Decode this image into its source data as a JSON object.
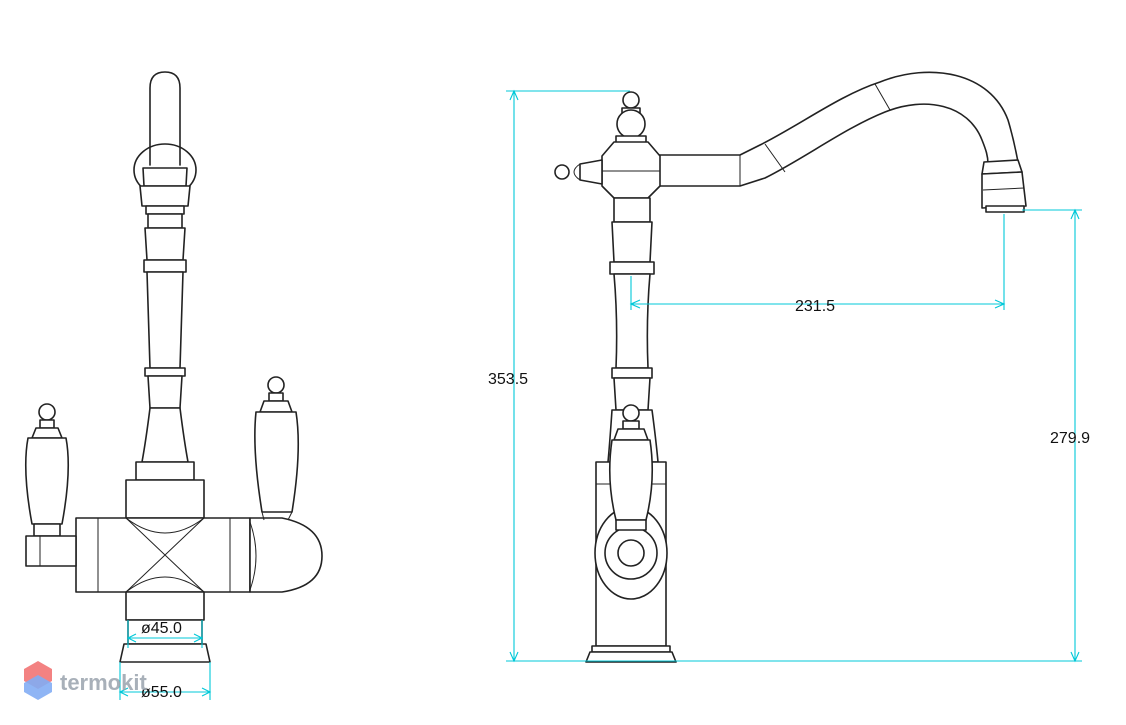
{
  "colors": {
    "line": "#222222",
    "dimension": "#00c8d8",
    "watermark_text": "#9aa3ad",
    "watermark_logo_top": "#f26d6d",
    "watermark_logo_bottom": "#6d9ef2"
  },
  "dimensions": {
    "height_total": "353.5",
    "height_spout": "279.9",
    "spout_reach": "231.5",
    "diameter_top": "ø45.0",
    "diameter_base": "ø55.0"
  },
  "watermark": {
    "text": "termokit",
    "logo_icon": "hexagon-logo-icon"
  }
}
